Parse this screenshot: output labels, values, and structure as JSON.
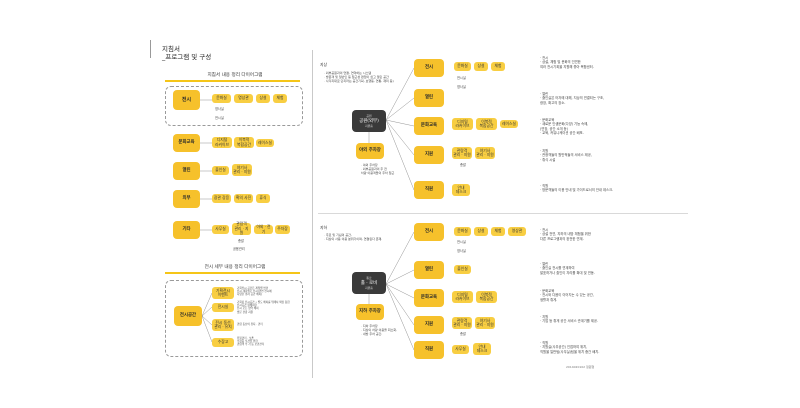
{
  "page": {
    "title_line1": "지침서",
    "title_line2": "_프로그램 및 구성"
  },
  "left": {
    "diagram1": {
      "title": "지침서 내용 정리 다이어그램",
      "rows": [
        {
          "main": "전시",
          "children": [
            "문화실",
            "명상관",
            "상설",
            "체험"
          ],
          "sub": [
            "영사실",
            "전시실"
          ]
        },
        {
          "main": "문화교육",
          "children": [
            "디지털\n라커이브",
            "이북적\n복합공간",
            "레이스실"
          ]
        },
        {
          "main": "열린",
          "children": [
            "출인실",
            "야기사\n관리 · 지원"
          ]
        },
        {
          "main": "외부",
          "children": [
            "광관 강응",
            "확의 사진",
            "휴식"
          ]
        },
        {
          "main": "기타",
          "children": [
            "사무실",
            "관람객\n관리 · 지원",
            "아외 · 전기",
            "주차장"
          ],
          "sub": [
            "총괄",
            "공용관리"
          ]
        }
      ]
    },
    "diagram2": {
      "title": "전시 세부 내용 정리 다이어그램",
      "main": "전시공간",
      "children": [
        {
          "label": "기획전시\n이벤트",
          "note": "기획전시 공간은 계절별 변경 \n전시 계획실로 전시(관련 전시에 \n다양한 행사 공간 배치)"
        },
        {
          "label": "전시실",
          "note": "기획된 전시공간 • 별도 배치를 위해서 확장 통합\n전시공간 원배치한\n전시 모든 영역 배치\n방문 관람 지원"
        },
        {
          "label": "전시 동선\n관리 · 유지",
          "note": "관람 동선의 유지 · 관리"
        },
        {
          "label": "수장고",
          "note": "유물관리 · 보존\n수장품 보관을 위한\n관람객 수 가 동 보관관리"
        }
      ]
    }
  },
  "right_top": {
    "heading": "지상",
    "intro": "· 외부공원과의 연결, 연약하는 시스템\n· 방문객 및 일반인 등 접근성 편입이 쉽고 열린 공간\n· 사각지대로 단지라는 공간기획, 보행동, 연통, 재미 등)",
    "center": {
      "tag": "공원",
      "title": "공원(외부)",
      "sub": "지원층"
    },
    "secondary": {
      "label": "야외 주차장",
      "note": "· 야외 주차장\n· 외부공원과의 주 전\n  차량 이용객들의 주차 접근"
    },
    "programs": [
      {
        "label": "전시",
        "children": [
          "문화실",
          "상설",
          "체험"
        ],
        "sub": [
          "전시실",
          "영사실"
        ],
        "note": "· 전시\n· 상설, 체험 및 문화의 인연한\n  여러 전시기획을 지원해 좋아 복합센터."
      },
      {
        "label": "열린",
        "children": [],
        "note": "· 열린\n· 출인실은 어자에 대해, 지상의 연결되는 구조,\n  광장, 확고의 장소."
      },
      {
        "label": "문화교육",
        "children": [
          "디지털\n라커이브",
          "이북적\n복합공간",
          "레이스실"
        ],
        "note": "· 문화교육\n· 새로운 인생문화(다양) 기능 속에,\n  (연장, 공간 소개 등)\n· 교육, 커뮤니케이션 공간 배포."
      },
      {
        "label": "지원",
        "children": [
          "관람객\n관리 · 지원",
          "야기사\n관리 · 지원"
        ],
        "sub": [
          "총괄"
        ],
        "note": "· 지원\n· 관광객들의 원만적들의 서비스 제공,\n· 휴식 시설"
      },
      {
        "label": "직원",
        "children": [
          "안내\n데스크"
        ],
        "note": "· 직원\n· 방문객들의 이용 안내 및 가이드로서의 안내 데스크."
      }
    ]
  },
  "right_bottom": {
    "heading": "지하",
    "intro": "· 주로 및 기념의 공간,\n· 지상의 사용 이용 분위기이며, 연결된다 존재.",
    "center": {
      "tag": "통로",
      "title": "홀 · 로비",
      "sub": "지원층"
    },
    "secondary": {
      "label": "지하 주차장",
      "note": "· 지하 주차장\n· 지상의 차량 이용을 최소화,\n· 내방 주차 공간."
    },
    "programs": [
      {
        "label": "전시",
        "children": [
          "문화실",
          "상설",
          "체험",
          "영상관"
        ],
        "sub": [
          "전시실",
          "영사실"
        ],
        "note": "· 전시\n· 상설 전연, 지하의 내방 체험을 위한\n  다른 프로그램과의 완전한 연계."
      },
      {
        "label": "열린",
        "children": [
          "출인실"
        ],
        "note": "· 열린\n· 출인실 전시를 연계하여\n  발표하거나 출인이 자리를 확대 및 연동."
      },
      {
        "label": "문화교육",
        "children": [
          "디지털\n라커이브",
          "이북적\n복합공간"
        ],
        "note": "· 문화교육\n· 전시와 다음이 이어지는 수 있는 공간,\n  생활과 휴게."
      },
      {
        "label": "지원",
        "children": [
          "관람객\n관리 · 지원",
          "야기사\n관리 · 지원"
        ],
        "sub": [
          "총괄"
        ],
        "note": "· 지원\n· 기업 등 휴게 공간 서비스 관계기를 제공."
      },
      {
        "label": "직원",
        "children": [
          "사무실",
          "안내\n데스크"
        ],
        "note": "· 직원\n· 지원실(사무공간) 인접하여 위치,\n  직원을 일반팀(사무실)팀을 위치 중간 배치."
      }
    ]
  },
  "footer": "2014020102 정원형",
  "colors": {
    "main": "#f6c12b",
    "child": "#f8ce42",
    "dark": "#3a3a3a"
  }
}
